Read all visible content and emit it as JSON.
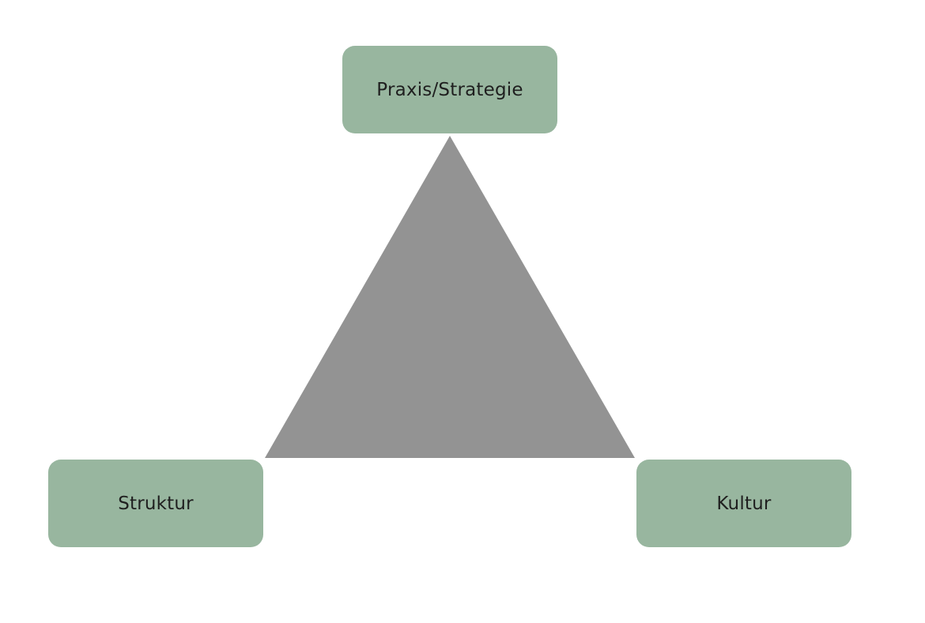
{
  "colors": {
    "background": "#ffffff",
    "node_fill": "#98b69f",
    "triangle_fill": "#939393",
    "text": "#1f1f1f"
  },
  "nodes": {
    "top": {
      "label": "Praxis/Strategie"
    },
    "left": {
      "label": "Struktur"
    },
    "right": {
      "label": "Kultur"
    }
  }
}
